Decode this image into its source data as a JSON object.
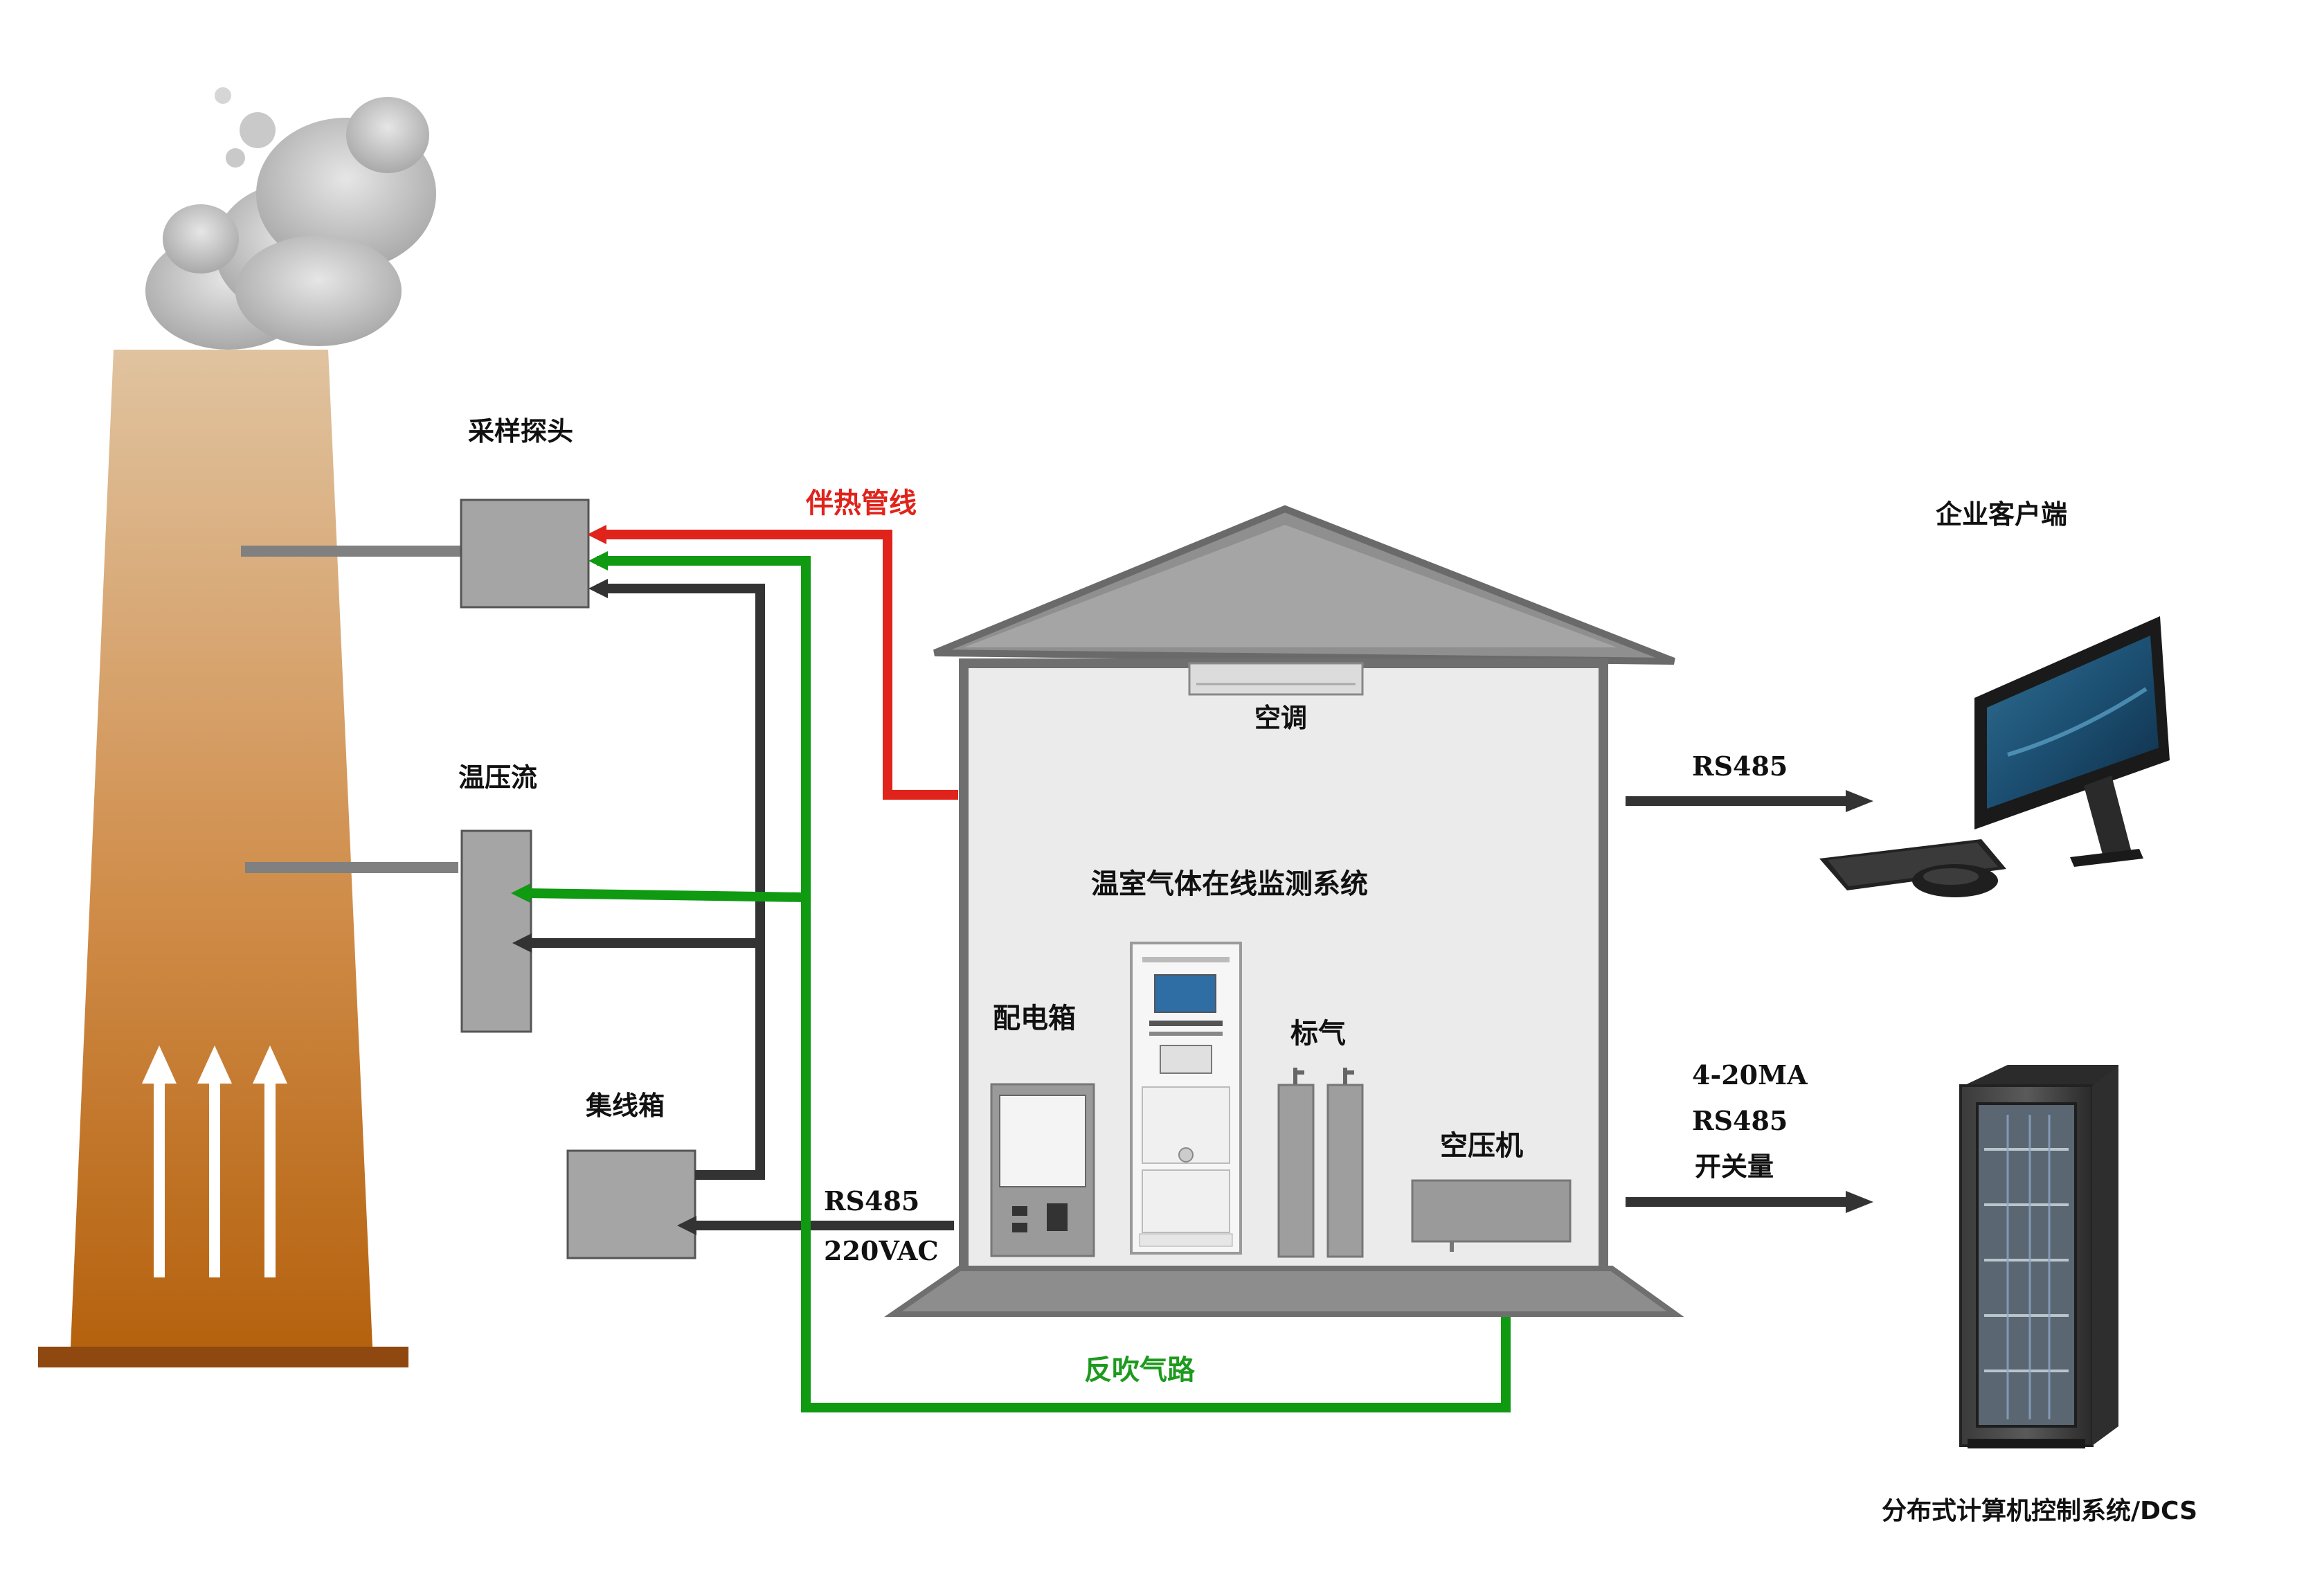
{
  "labels": {
    "probe": "采样探头",
    "heat_trace": "伴热管线",
    "temp_pressure_flow": "温压流",
    "junction_box": "集线箱",
    "aircon": "空调",
    "system_name": "温室气体在线监测系统",
    "distribution_box": "配电箱",
    "standard_gas": "标气",
    "air_compressor": "空压机",
    "left_link_1": "RS485",
    "left_link_2": "220VAC",
    "backblow": "反吹气路",
    "client": "企业客户端",
    "client_link": "RS485",
    "dcs_link_1": "4-20MA",
    "dcs_link_2": "RS485",
    "dcs_link_3": "开关量",
    "dcs": "分布式计算机控制系统/DCS"
  },
  "colors": {
    "heat_trace_line": "#e0231b",
    "backblow_line": "#0f9a12",
    "signal_line": "#333333",
    "heat_trace_text": "#e0231b",
    "backblow_text": "#1e9a1e",
    "house_gray": "#6f6f6f",
    "house_fill": "#ebebeb",
    "chimney_top": "#e0c09b",
    "chimney_bottom": "#b5630f"
  },
  "icons": [
    "smoke-icon",
    "up-arrow-icon",
    "monitor-icon",
    "keyboard-icon",
    "mouse-icon",
    "server-rack-icon"
  ]
}
